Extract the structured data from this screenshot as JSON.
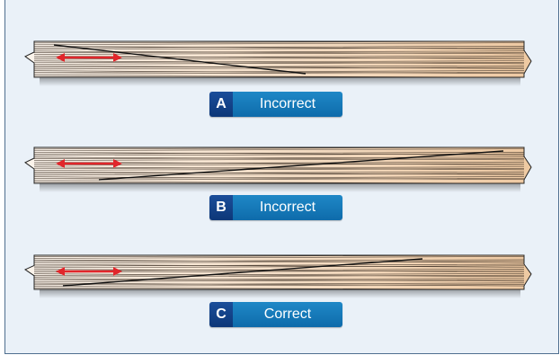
{
  "panels": [
    {
      "letter": "A",
      "verdict": "Incorrect"
    },
    {
      "letter": "B",
      "verdict": "Incorrect"
    },
    {
      "letter": "C",
      "verdict": "Correct"
    }
  ],
  "colors": {
    "frame_border": "#4f6f8f",
    "background": "#eaf1f8",
    "wood_light": "#fbf4ec",
    "wood_dark": "#eec9a2",
    "arrow": "#e1262b",
    "badge_letter": "#1b4e9a",
    "badge_text": "#1679ba"
  }
}
